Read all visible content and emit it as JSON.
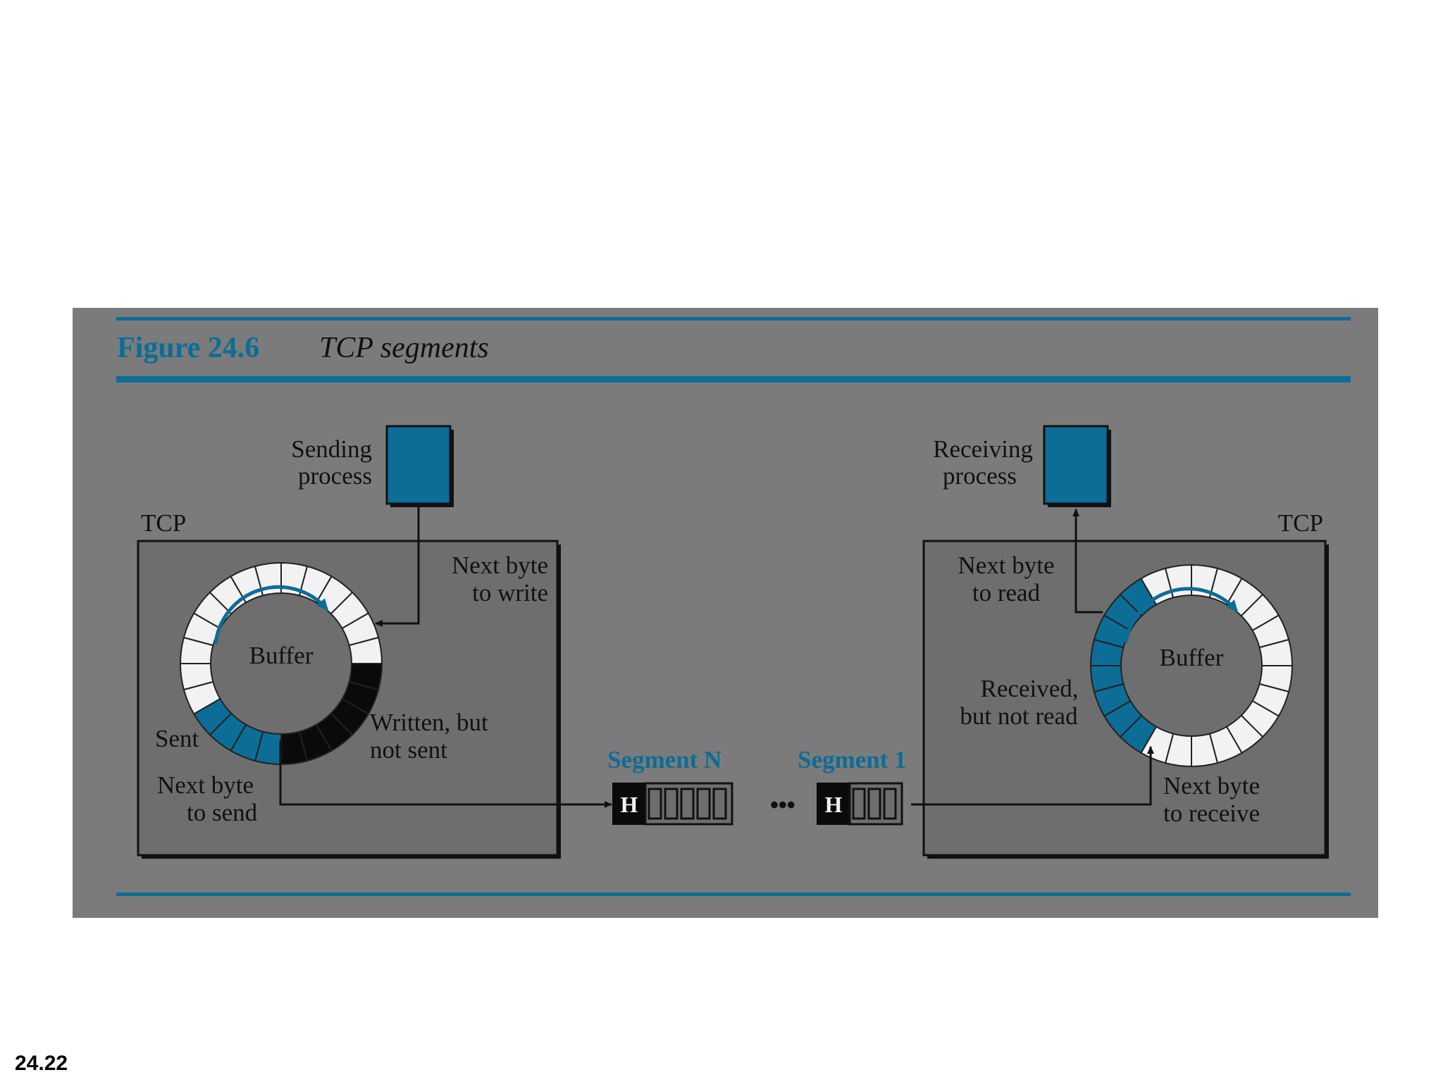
{
  "figure": {
    "number": "Figure 24.6",
    "title": "TCP segments"
  },
  "sender": {
    "process_label_line1": "Sending",
    "process_label_line2": "process",
    "tcp_label": "TCP",
    "buffer_label": "Buffer",
    "next_write_line1": "Next byte",
    "next_write_line2": "to write",
    "written_line1": "Written, but",
    "written_line2": "not sent",
    "sent_label": "Sent",
    "next_send_line1": "Next byte",
    "next_send_line2": "to send"
  },
  "receiver": {
    "process_label_line1": "Receiving",
    "process_label_line2": "process",
    "tcp_label": "TCP",
    "buffer_label": "Buffer",
    "next_read_line1": "Next byte",
    "next_read_line2": "to read",
    "received_line1": "Received,",
    "received_line2": "but not read",
    "next_receive_line1": "Next byte",
    "next_receive_line2": "to receive"
  },
  "segments": {
    "segment_n_label": "Segment N",
    "segment_1_label": "Segment 1",
    "header_label": "H",
    "ellipsis": "•••",
    "segment_n_data_cells": 5,
    "segment_1_data_cells": 3
  },
  "slide_number": "24.22",
  "colors": {
    "panel": "#7b7b7b",
    "accent_blue": "#0c6d97",
    "box_gray": "#6e6e6e",
    "ring_white": "#f2f2f2",
    "ring_black": "#0a0a0a"
  }
}
